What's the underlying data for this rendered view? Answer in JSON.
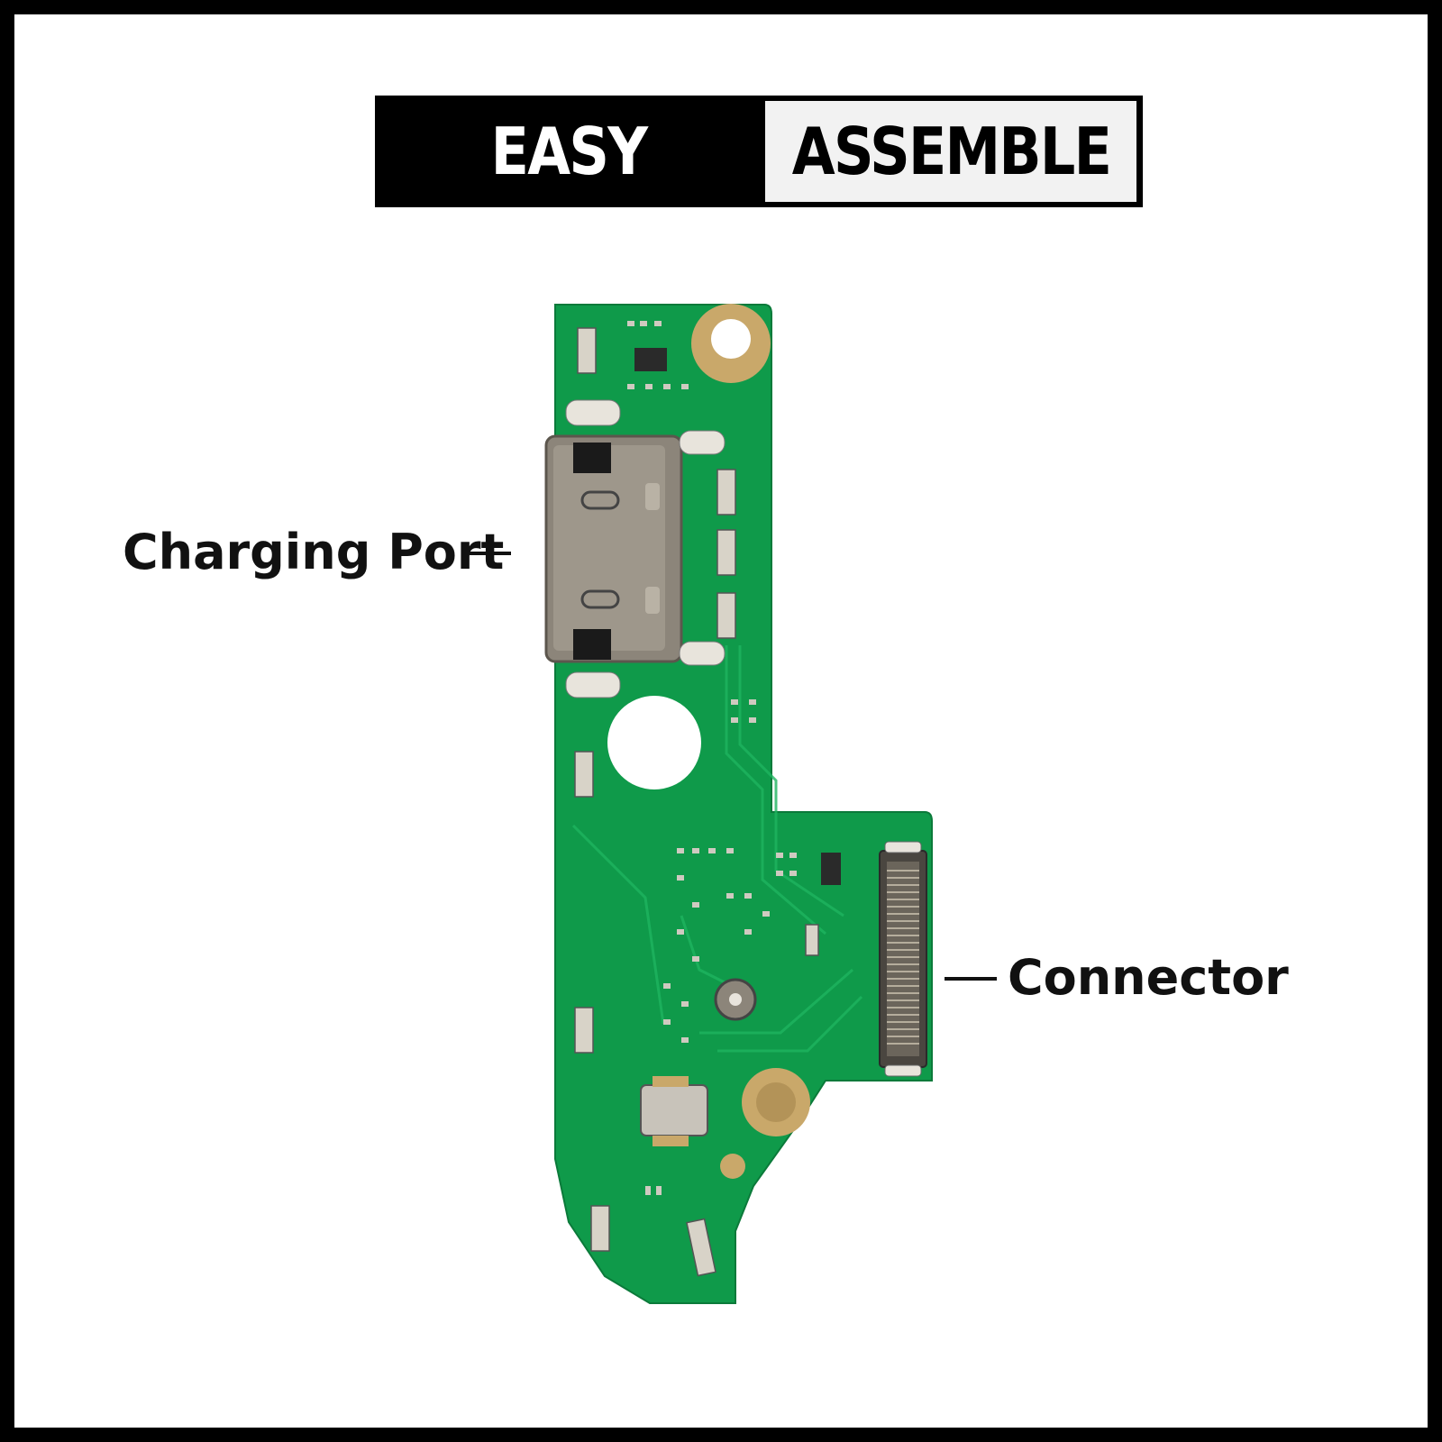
{
  "banner": {
    "word_left": "EASY",
    "word_right": "ASSEMBLE"
  },
  "labels": {
    "charging_port": "Charging Port",
    "connector": "Connector"
  },
  "colors": {
    "border": "#000000",
    "background": "#ffffff",
    "pcb_green": "#0f9a4a",
    "pad_gold": "#c9a86a",
    "port_metal": "#8c857a"
  }
}
